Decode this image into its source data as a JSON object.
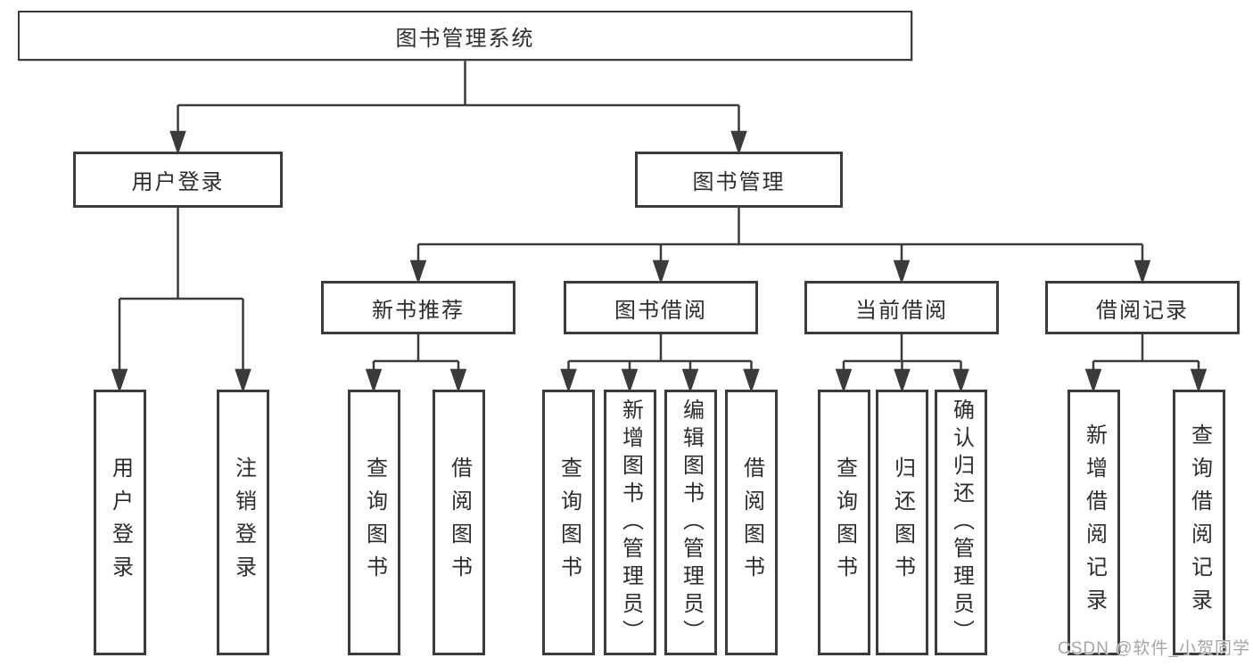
{
  "diagram": {
    "title": "图书管理系统",
    "root": {
      "label": "图书管理系统"
    },
    "level2": [
      {
        "label": "用户登录"
      },
      {
        "label": "图书管理"
      }
    ],
    "level3": [
      {
        "label": "新书推荐"
      },
      {
        "label": "图书借阅"
      },
      {
        "label": "当前借阅"
      },
      {
        "label": "借阅记录"
      }
    ],
    "leaves": {
      "user": [
        "用户登录",
        "注销登录"
      ],
      "recommend": [
        "查询图书",
        "借阅图书"
      ],
      "borrow": [
        "查询图书",
        "新增图书（管理员）",
        "编辑图书（管理员）",
        "借阅图书"
      ],
      "current": [
        "查询图书",
        "归还图书",
        "确认归还（管理员）"
      ],
      "records": [
        "新增借阅记录",
        "查询借阅记录"
      ]
    },
    "watermark": "CSDN @软件_小贺同学",
    "colors": {
      "line": "#3b3b3b",
      "text": "#2d2d2d",
      "watermark": "#a5a5a5",
      "background": "#ffffff"
    }
  }
}
